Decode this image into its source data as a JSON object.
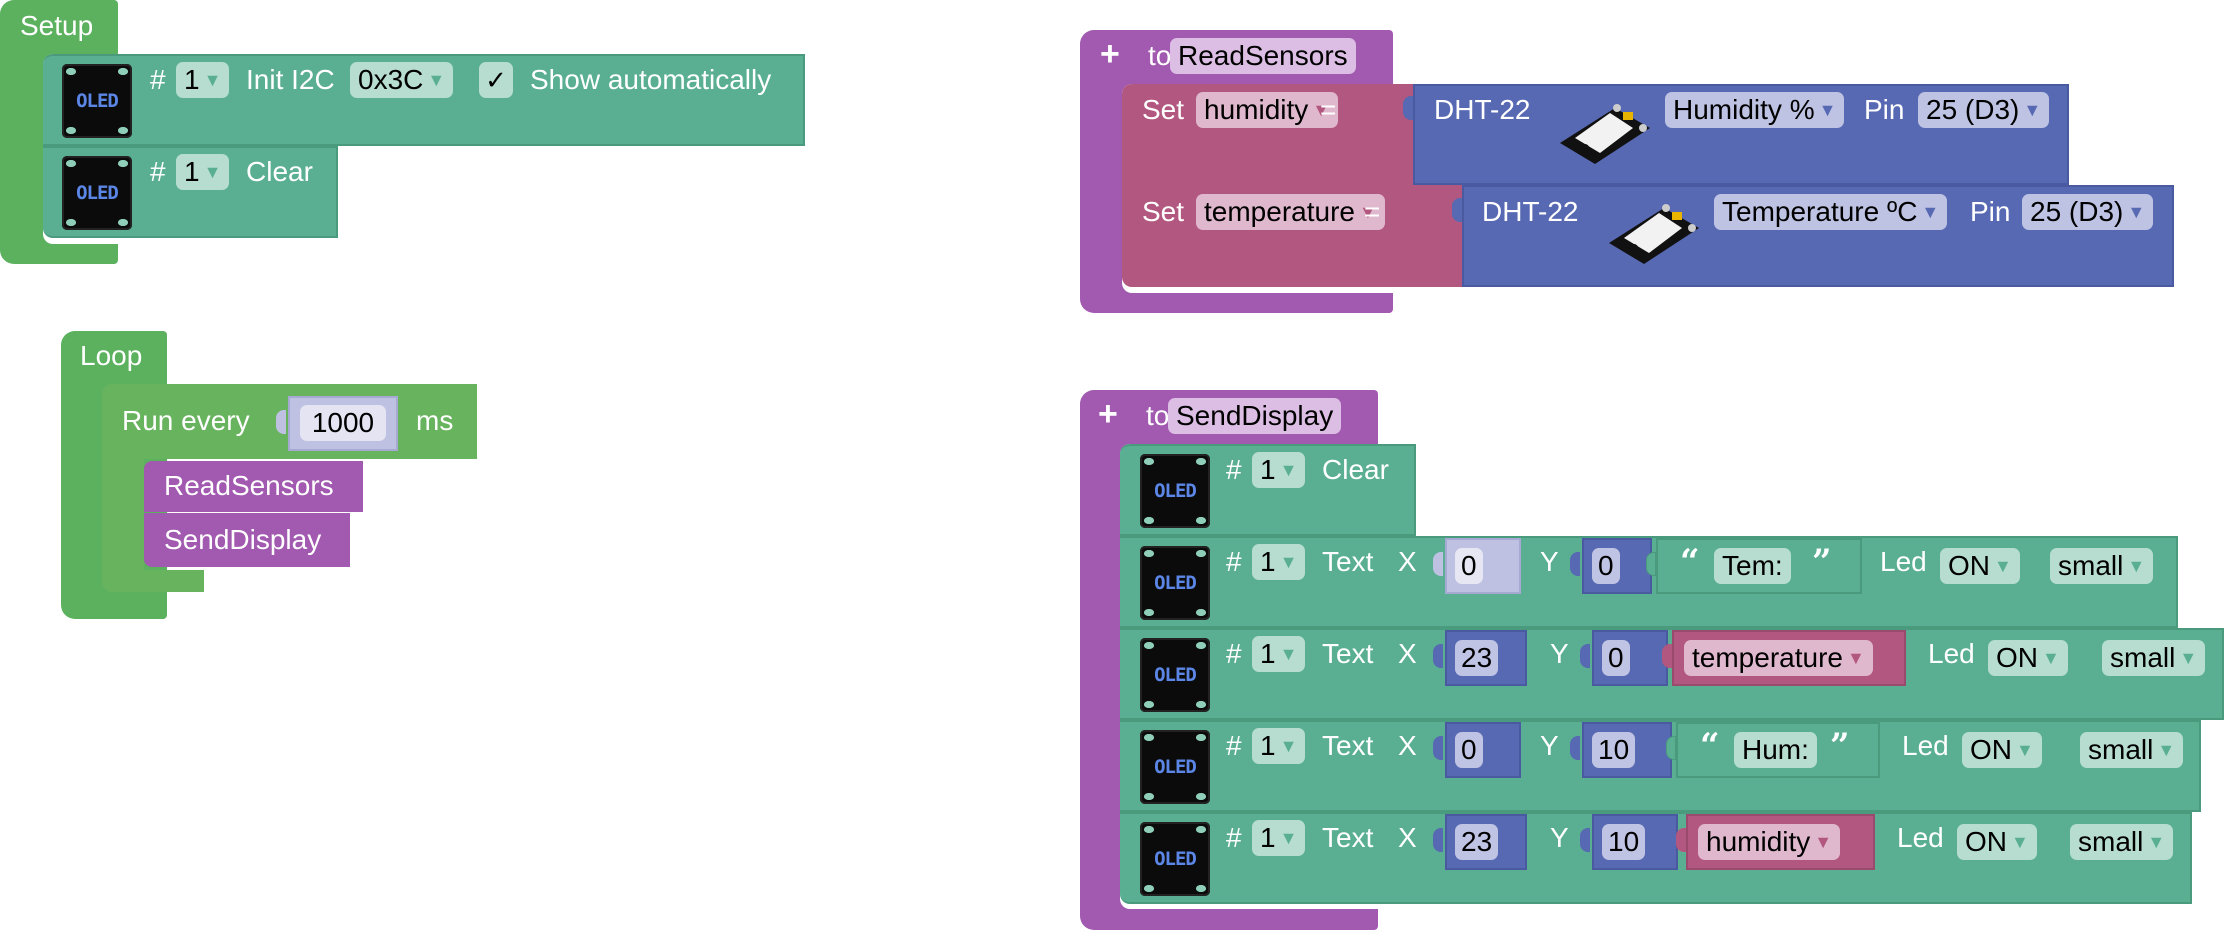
{
  "setup": {
    "title": "Setup",
    "init_block": {
      "hash": "#",
      "display_number": "1",
      "label": "Init I2C",
      "address": "0x3C",
      "checkbox_checked": "✓",
      "checkbox_label": "Show automatically",
      "image_label": "OLED"
    },
    "clear_block": {
      "hash": "#",
      "display_number": "1",
      "label": "Clear",
      "image_label": "OLED"
    }
  },
  "loop": {
    "title": "Loop",
    "run_every": {
      "label": "Run every",
      "value": "1000",
      "unit": "ms"
    },
    "calls": [
      "ReadSensors",
      "SendDisplay"
    ]
  },
  "read_sensors": {
    "keyword": "to",
    "name": "ReadSensors",
    "plus_icon": "+",
    "rows": [
      {
        "set_label": "Set",
        "variable": "humidity",
        "equals": "=",
        "sensor": "DHT-22",
        "measure": "Humidity %",
        "pin_label": "Pin",
        "pin": "25 (D3)"
      },
      {
        "set_label": "Set",
        "variable": "temperature",
        "equals": "=",
        "sensor": "DHT-22",
        "measure": "Temperature ºC",
        "pin_label": "Pin",
        "pin": "25 (D3)"
      }
    ]
  },
  "send_display": {
    "keyword": "to",
    "name": "SendDisplay",
    "plus_icon": "+",
    "clear_block": {
      "hash": "#",
      "display_number": "1",
      "label": "Clear",
      "image_label": "OLED"
    },
    "text_rows": [
      {
        "hash": "#",
        "display_number": "1",
        "label": "Text",
        "x_label": "X",
        "x": "0",
        "y_label": "Y",
        "y": "0",
        "kind": "string",
        "content": "Tem:",
        "led_label": "Led",
        "led": "ON",
        "size": "small",
        "image_label": "OLED"
      },
      {
        "hash": "#",
        "display_number": "1",
        "label": "Text",
        "x_label": "X",
        "x": "23",
        "y_label": "Y",
        "y": "0",
        "kind": "variable",
        "content": "temperature",
        "led_label": "Led",
        "led": "ON",
        "size": "small",
        "image_label": "OLED"
      },
      {
        "hash": "#",
        "display_number": "1",
        "label": "Text",
        "x_label": "X",
        "x": "0",
        "y_label": "Y",
        "y": "10",
        "kind": "string",
        "content": "Hum:",
        "led_label": "Led",
        "led": "ON",
        "size": "small",
        "image_label": "OLED"
      },
      {
        "hash": "#",
        "display_number": "1",
        "label": "Text",
        "x_label": "X",
        "x": "23",
        "y_label": "Y",
        "y": "10",
        "kind": "variable",
        "content": "humidity",
        "led_label": "Led",
        "led": "ON",
        "size": "small",
        "image_label": "OLED"
      }
    ]
  },
  "icons": {
    "dropdown_arrow": "▼",
    "open_quote": "“",
    "close_quote": "”"
  },
  "colors": {
    "setup_green": "#5bb15e",
    "oled_teal": "#5aaf93",
    "procedure_purple": "#a259b0",
    "variable_pink": "#b2577f",
    "sensor_blue": "#5869b3"
  }
}
